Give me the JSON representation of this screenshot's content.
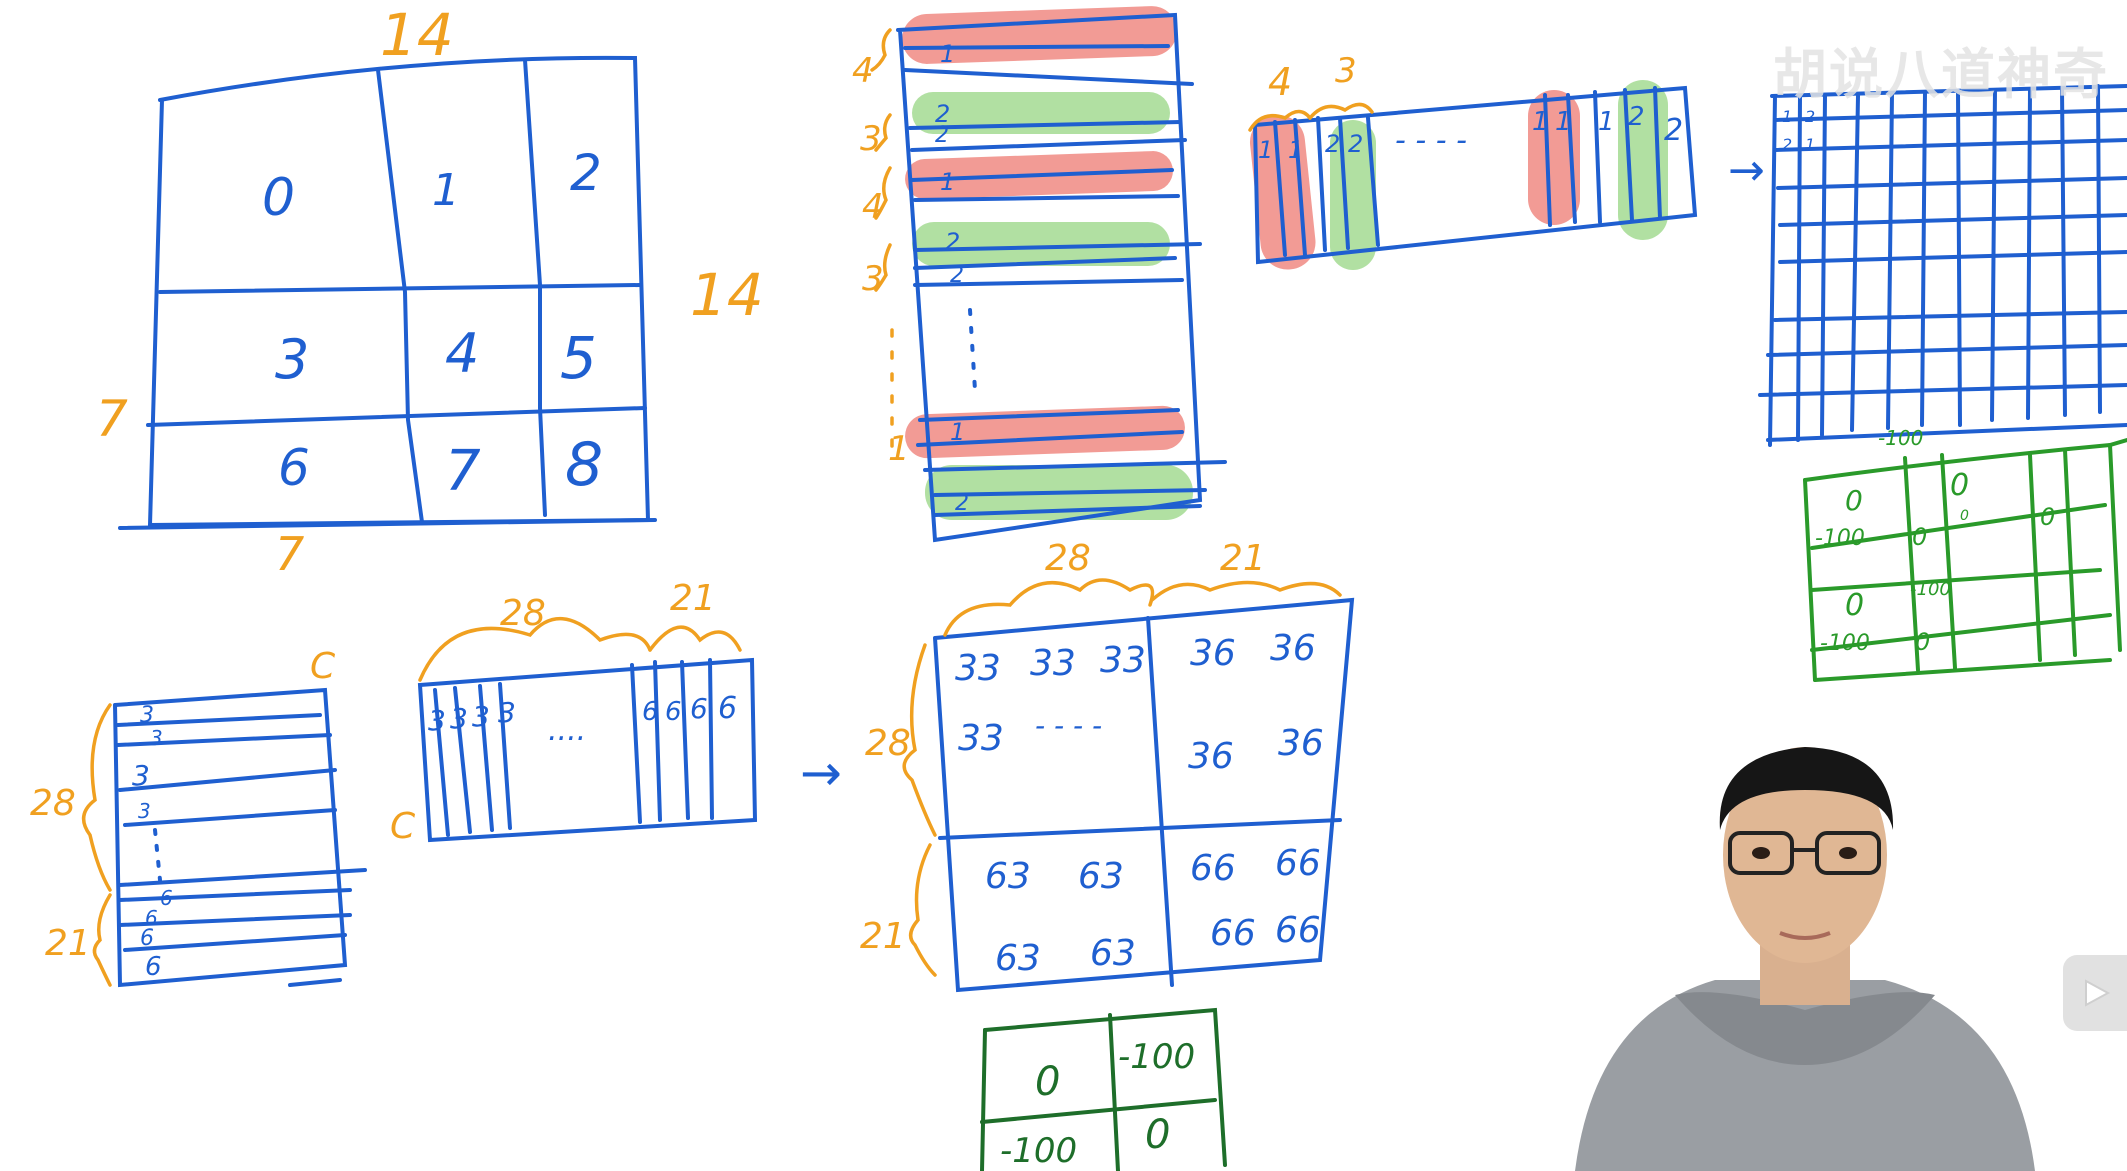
{
  "board": {
    "grid": {
      "top_size": "14",
      "right_size": "14",
      "left_size": "7",
      "bottom_size": "7",
      "cells": [
        "0",
        "1",
        "2",
        "3",
        "4",
        "5",
        "6",
        "7",
        "8"
      ]
    },
    "stack": {
      "brace_labels": [
        "4",
        "3",
        "4",
        "3",
        "1"
      ],
      "row_marks": [
        "1",
        "2",
        "2",
        "1",
        "2",
        "2",
        "1",
        "2"
      ]
    },
    "flat": {
      "brace_labels": [
        "4",
        "3"
      ],
      "cell_marks": [
        "1",
        "1",
        "2",
        "2",
        "1",
        "1",
        "1",
        "2",
        "2"
      ],
      "dots": "- - - -"
    },
    "right_grid": {
      "corner_marks": [
        "1",
        "2",
        "2",
        "1"
      ],
      "label": "-100"
    },
    "green_matrix_right": {
      "cells": [
        "0",
        "0",
        "-100",
        "0",
        "0",
        "-100",
        "0",
        "-100",
        "0",
        "0"
      ]
    },
    "bottom_left": {
      "c_top": "C",
      "c_left": "C",
      "brace_labels": [
        "28",
        "21"
      ],
      "row_marks": [
        "3",
        "3",
        "3",
        "3",
        "6",
        "6",
        "6",
        "6"
      ],
      "brace_over": [
        "28",
        "21"
      ],
      "columns_left": [
        "3",
        "3",
        "3",
        "3"
      ],
      "columns_right": [
        "6",
        "6",
        "6",
        "6"
      ],
      "dots": "....",
      "arrow": "→"
    },
    "result": {
      "top_labels": [
        "28",
        "21"
      ],
      "side_labels": [
        "28",
        "21"
      ],
      "q1": [
        "33",
        "33",
        "33",
        "33",
        "- - - -"
      ],
      "q2": [
        "36",
        "36",
        "36",
        "36"
      ],
      "q3": [
        "63",
        "63",
        "63",
        "63"
      ],
      "q4": [
        "66",
        "66",
        "66",
        "66"
      ]
    },
    "green_matrix_bottom": {
      "cells": [
        "0",
        "-100",
        "-100",
        "0"
      ]
    },
    "arrow_right": "→"
  },
  "overlay": {
    "watermark": "胡说八道神奇",
    "play_icon": "play-icon"
  },
  "colors": {
    "blue": "#1f5fd0",
    "orange": "#f0a020",
    "green": "#2a9a2a",
    "red_highlight": "#f08a82",
    "green_highlight": "#a8dd98",
    "dark_green": "#1e6e2a"
  }
}
